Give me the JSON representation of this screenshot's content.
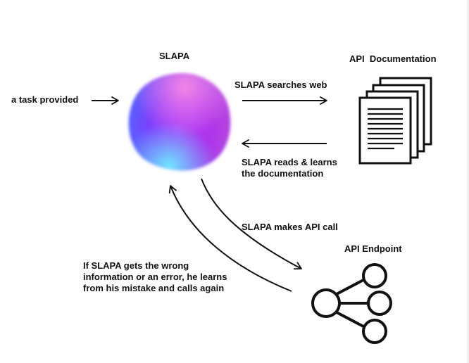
{
  "labels": {
    "slapa_title": "SLAPA",
    "task_provided": "a task provided",
    "api_documentation": "API  Documentation",
    "searches_web": "SLAPA searches web",
    "reads_learns_line1": "SLAPA reads & learns",
    "reads_learns_line2": "the documentation",
    "makes_api_call": "SLAPA makes API call",
    "api_endpoint": "API Endpoint",
    "feedback_line1": "If SLAPA gets the wrong",
    "feedback_line2": "information or an error, he learns",
    "feedback_line3": "from his mistake and calls again"
  },
  "icons": {
    "orb": "slapa-orb",
    "documents": "document-stack-icon",
    "endpoint": "share-network-icon"
  },
  "colors": {
    "orb_blue": "#3b7bff",
    "orb_purple": "#9b2cff",
    "orb_magenta": "#ff2fb8",
    "orb_cyan": "#5de9ff",
    "ink": "#111111"
  }
}
